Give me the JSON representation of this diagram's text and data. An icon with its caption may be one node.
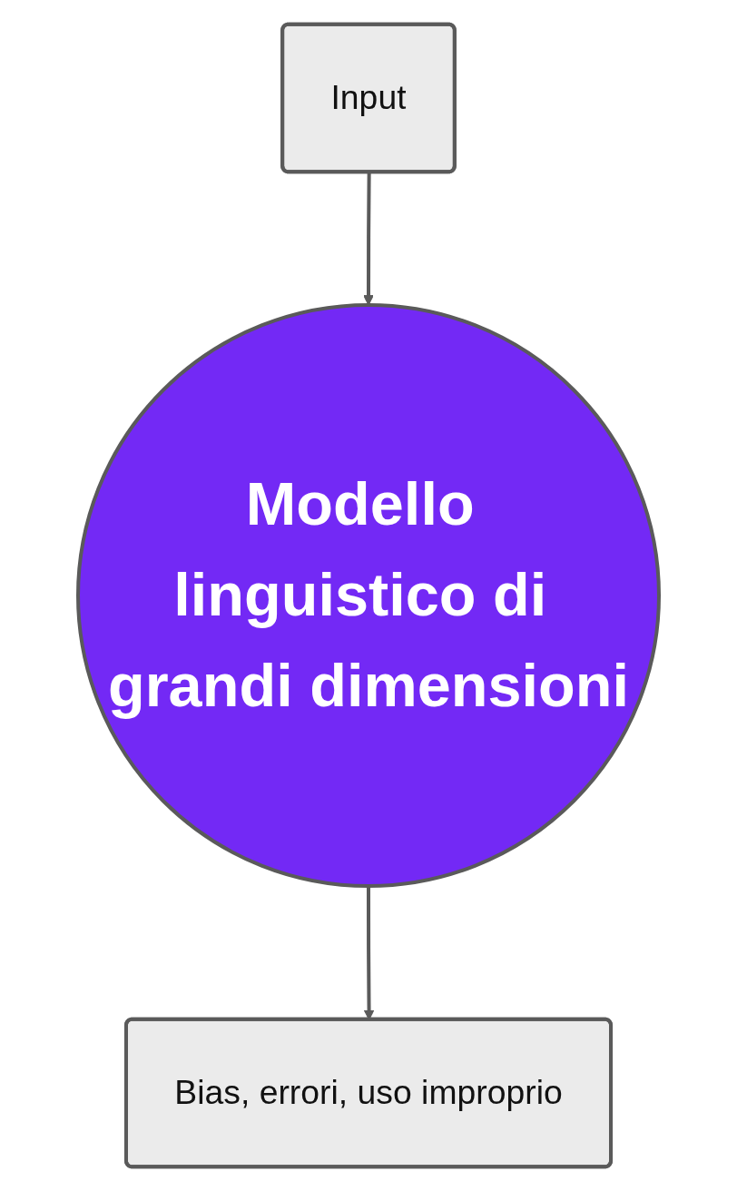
{
  "diagram": {
    "nodes": [
      {
        "text": [
          "Input"
        ]
      },
      {
        "text": [
          "Modello linguistico di grandi dimensioni"
        ]
      },
      {
        "text": [
          "Bias, errori, uso improprio"
        ]
      }
    ],
    "edges": [
      {
        "from": 0,
        "to": 1,
        "arrow": "to"
      },
      {
        "from": 1,
        "to": 2,
        "arrow": "to"
      }
    ]
  }
}
